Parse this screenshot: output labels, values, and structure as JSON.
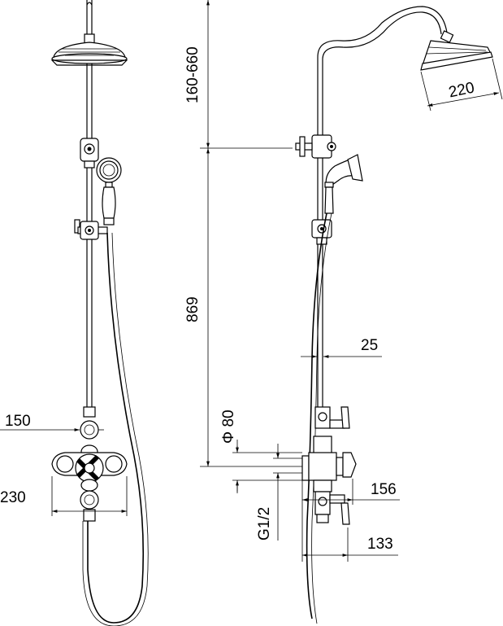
{
  "dimensions": {
    "head_diameter": "220",
    "height_adjust": "160-660",
    "riser_height": "869",
    "pipe_diameter": "25",
    "outlet_diameter": "Φ 80",
    "center_distance": "150",
    "width": "230",
    "depth_front": "156",
    "inlet_thread": "G1/2",
    "depth_back": "133"
  },
  "colors": {
    "stroke": "#000000",
    "background": "#ffffff"
  }
}
